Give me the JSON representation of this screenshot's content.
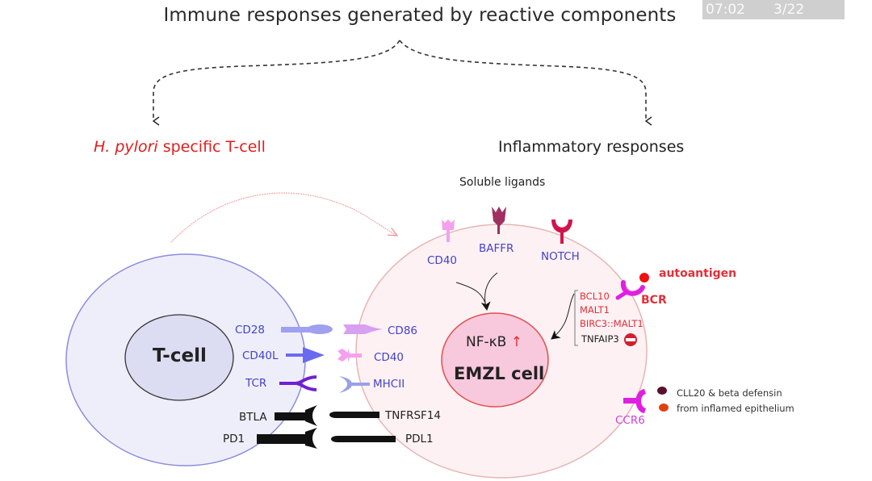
{
  "player_overlay": {
    "timestamp": "07:02",
    "slide_counter": "3/22"
  },
  "slide": {
    "title": "Immune responses generated by reactive components",
    "branches": {
      "left": {
        "italic_part": "H. pylori",
        "rest": " specific T-cell"
      },
      "right": {
        "label": "Inflammatory responses"
      }
    },
    "soluble_ligands_label": "Soluble ligands",
    "t_cell": {
      "nucleus_label": "T-cell",
      "receptors": [
        "CD28",
        "CD40L",
        "TCR",
        "BTLA",
        "PD1"
      ]
    },
    "emzl_cell": {
      "nucleus_label": "EMZL cell",
      "nfkb_label": "NF-κB",
      "nfkb_arrow": "↑",
      "surface_receptors_top": [
        "CD40",
        "BAFFR",
        "NOTCH"
      ],
      "ligands_left": [
        "CD86",
        "CD40",
        "MHCII",
        "TNFRSF14",
        "PDL1"
      ],
      "bcr_pathway": [
        "BCL10",
        "MALT1",
        "BIRC3::MALT1"
      ],
      "inhibitor": "TNFAIP3",
      "bcr_label": "BCR",
      "autoantigen_label": "autoantigen",
      "ccr6_label": "CCR6",
      "chemokine_note_line1": "CLL20 & beta defensin",
      "chemokine_note_line2": "from inflamed epithelium"
    },
    "colors": {
      "accent_red": "#e0303a",
      "receptor_blue": "#4343c8",
      "magenta": "#e020e0",
      "tcell_fill": "#eeeefa",
      "emzl_fill": "#fdf1f3",
      "emzl_nucleus_fill": "#f8c8dc"
    }
  }
}
